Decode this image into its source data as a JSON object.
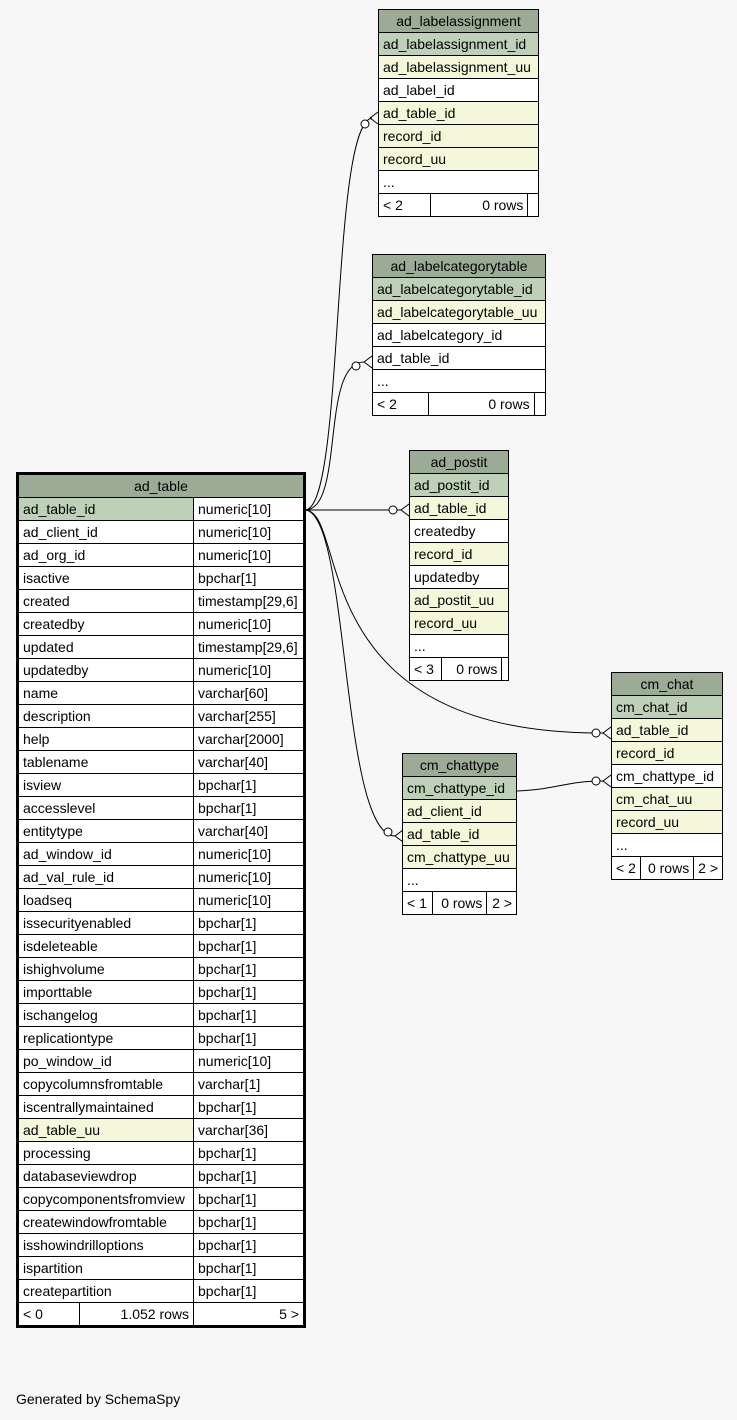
{
  "footer": "Generated by SchemaSpy",
  "ad_table": {
    "name": "ad_table",
    "columns": [
      {
        "name": "ad_table_id",
        "type": "numeric[10]",
        "kind": "pk"
      },
      {
        "name": "ad_client_id",
        "type": "numeric[10]",
        "kind": "plain"
      },
      {
        "name": "ad_org_id",
        "type": "numeric[10]",
        "kind": "plain"
      },
      {
        "name": "isactive",
        "type": "bpchar[1]",
        "kind": "plain"
      },
      {
        "name": "created",
        "type": "timestamp[29,6]",
        "kind": "plain"
      },
      {
        "name": "createdby",
        "type": "numeric[10]",
        "kind": "plain"
      },
      {
        "name": "updated",
        "type": "timestamp[29,6]",
        "kind": "plain"
      },
      {
        "name": "updatedby",
        "type": "numeric[10]",
        "kind": "plain"
      },
      {
        "name": "name",
        "type": "varchar[60]",
        "kind": "plain"
      },
      {
        "name": "description",
        "type": "varchar[255]",
        "kind": "plain"
      },
      {
        "name": "help",
        "type": "varchar[2000]",
        "kind": "plain"
      },
      {
        "name": "tablename",
        "type": "varchar[40]",
        "kind": "plain"
      },
      {
        "name": "isview",
        "type": "bpchar[1]",
        "kind": "plain"
      },
      {
        "name": "accesslevel",
        "type": "bpchar[1]",
        "kind": "plain"
      },
      {
        "name": "entitytype",
        "type": "varchar[40]",
        "kind": "plain"
      },
      {
        "name": "ad_window_id",
        "type": "numeric[10]",
        "kind": "plain"
      },
      {
        "name": "ad_val_rule_id",
        "type": "numeric[10]",
        "kind": "plain"
      },
      {
        "name": "loadseq",
        "type": "numeric[10]",
        "kind": "plain"
      },
      {
        "name": "issecurityenabled",
        "type": "bpchar[1]",
        "kind": "plain"
      },
      {
        "name": "isdeleteable",
        "type": "bpchar[1]",
        "kind": "plain"
      },
      {
        "name": "ishighvolume",
        "type": "bpchar[1]",
        "kind": "plain"
      },
      {
        "name": "importtable",
        "type": "bpchar[1]",
        "kind": "plain"
      },
      {
        "name": "ischangelog",
        "type": "bpchar[1]",
        "kind": "plain"
      },
      {
        "name": "replicationtype",
        "type": "bpchar[1]",
        "kind": "plain"
      },
      {
        "name": "po_window_id",
        "type": "numeric[10]",
        "kind": "plain"
      },
      {
        "name": "copycolumnsfromtable",
        "type": "varchar[1]",
        "kind": "plain"
      },
      {
        "name": "iscentrallymaintained",
        "type": "bpchar[1]",
        "kind": "plain"
      },
      {
        "name": "ad_table_uu",
        "type": "varchar[36]",
        "kind": "fk"
      },
      {
        "name": "processing",
        "type": "bpchar[1]",
        "kind": "plain"
      },
      {
        "name": "databaseviewdrop",
        "type": "bpchar[1]",
        "kind": "plain"
      },
      {
        "name": "copycomponentsfromview",
        "type": "bpchar[1]",
        "kind": "plain"
      },
      {
        "name": "createwindowfromtable",
        "type": "bpchar[1]",
        "kind": "plain"
      },
      {
        "name": "isshowindrilloptions",
        "type": "bpchar[1]",
        "kind": "plain"
      },
      {
        "name": "ispartition",
        "type": "bpchar[1]",
        "kind": "plain"
      },
      {
        "name": "createpartition",
        "type": "bpchar[1]",
        "kind": "plain"
      }
    ],
    "footer": {
      "left": "< 0",
      "mid": "1.052 rows",
      "right": "5 >"
    }
  },
  "ad_labelassignment": {
    "name": "ad_labelassignment",
    "columns": [
      {
        "name": "ad_labelassignment_id",
        "kind": "pk"
      },
      {
        "name": "ad_labelassignment_uu",
        "kind": "fk"
      },
      {
        "name": "ad_label_id",
        "kind": "plain"
      },
      {
        "name": "ad_table_id",
        "kind": "fk"
      },
      {
        "name": "record_id",
        "kind": "fk"
      },
      {
        "name": "record_uu",
        "kind": "fk"
      },
      {
        "name": "...",
        "kind": "plain"
      }
    ],
    "footer": {
      "left": "< 2",
      "mid": "0 rows",
      "right": ""
    }
  },
  "ad_labelcategorytable": {
    "name": "ad_labelcategorytable",
    "columns": [
      {
        "name": "ad_labelcategorytable_id",
        "kind": "pk"
      },
      {
        "name": "ad_labelcategorytable_uu",
        "kind": "fk"
      },
      {
        "name": "ad_labelcategory_id",
        "kind": "plain"
      },
      {
        "name": "ad_table_id",
        "kind": "plain"
      },
      {
        "name": "...",
        "kind": "plain"
      }
    ],
    "footer": {
      "left": "< 2",
      "mid": "0 rows",
      "right": ""
    }
  },
  "ad_postit": {
    "name": "ad_postit",
    "columns": [
      {
        "name": "ad_postit_id",
        "kind": "pk"
      },
      {
        "name": "ad_table_id",
        "kind": "fk"
      },
      {
        "name": "createdby",
        "kind": "plain"
      },
      {
        "name": "record_id",
        "kind": "fk"
      },
      {
        "name": "updatedby",
        "kind": "plain"
      },
      {
        "name": "ad_postit_uu",
        "kind": "fk"
      },
      {
        "name": "record_uu",
        "kind": "fk"
      },
      {
        "name": "...",
        "kind": "plain"
      }
    ],
    "footer": {
      "left": "< 3",
      "mid": "0 rows",
      "right": ""
    }
  },
  "cm_chattype": {
    "name": "cm_chattype",
    "columns": [
      {
        "name": "cm_chattype_id",
        "kind": "pk"
      },
      {
        "name": "ad_client_id",
        "kind": "fk"
      },
      {
        "name": "ad_table_id",
        "kind": "fk"
      },
      {
        "name": "cm_chattype_uu",
        "kind": "fk"
      },
      {
        "name": "...",
        "kind": "plain"
      }
    ],
    "footer": {
      "left": "< 1",
      "mid": "0 rows",
      "right": "2 >"
    }
  },
  "cm_chat": {
    "name": "cm_chat",
    "columns": [
      {
        "name": "cm_chat_id",
        "kind": "pk"
      },
      {
        "name": "ad_table_id",
        "kind": "fk"
      },
      {
        "name": "record_id",
        "kind": "fk"
      },
      {
        "name": "cm_chattype_id",
        "kind": "plain"
      },
      {
        "name": "cm_chat_uu",
        "kind": "fk"
      },
      {
        "name": "record_uu",
        "kind": "fk"
      },
      {
        "name": "...",
        "kind": "plain"
      }
    ],
    "footer": {
      "left": "< 2",
      "mid": "0 rows",
      "right": "2 >"
    }
  }
}
